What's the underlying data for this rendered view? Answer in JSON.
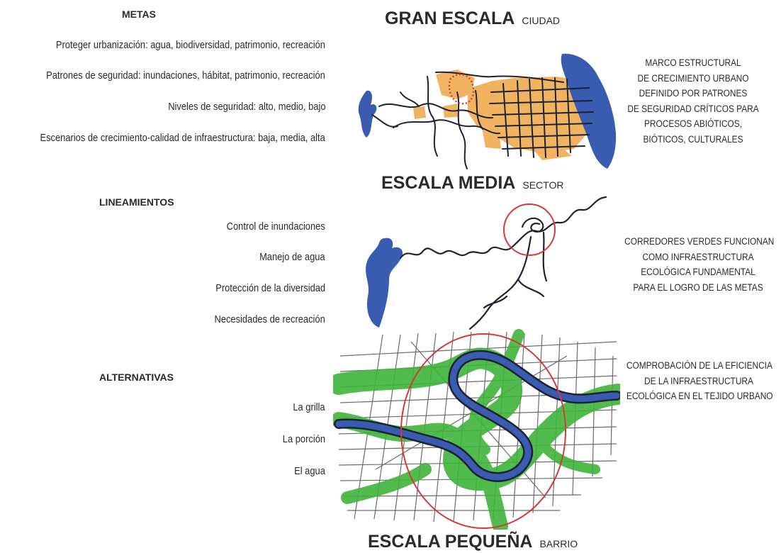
{
  "left": {
    "goals_heading": "METAS",
    "goals": [
      "Proteger urbanización: agua, biodiversidad, patrimonio, recreación",
      "Patrones de seguridad: inundaciones, hábitat, patrimonio, recreación",
      "Niveles de seguridad: alto, medio, bajo",
      "Escenarios de crecimiento-calidad de infraestructura: baja, media, alta"
    ],
    "guidelines_heading": "LINEAMIENTOS",
    "guidelines": [
      "Control de inundaciones",
      "Manejo de agua",
      "Protección de la diversidad",
      "Necesidades de recreación"
    ],
    "alternatives_heading": "ALTERNATIVAS",
    "alternatives": [
      "La grilla",
      "La porción",
      "El agua"
    ]
  },
  "scales": {
    "large": {
      "title": "GRAN ESCALA",
      "sub": "CIUDAD"
    },
    "medium": {
      "title": "ESCALA MEDIA",
      "sub": "SECTOR"
    },
    "small": {
      "title": "ESCALA PEQUEÑA",
      "sub": "BARRIO"
    }
  },
  "notes": {
    "large": [
      "MARCO ESTRUCTURAL",
      "DE CRECIMIENTO URBANO",
      "DEFINIDO POR PATRONES",
      "DE SEGURIDAD CRÍTICOS PARA",
      "PROCESOS ABIÓTICOS,",
      "BIÓTICOS, CULTURALES"
    ],
    "medium": [
      "CORREDORES VERDES FUNCIONAN",
      "COMO INFRAESTRUCTURA",
      "ECOLÓGICA FUNDAMENTAL",
      "PARA EL LOGRO DE LAS METAS"
    ],
    "small": [
      "COMPROBACIÓN DE LA EFICIENCIA",
      "DE LA INFRAESTRUCTURA",
      "ECOLÓGICA EN EL TEJIDO URBANO"
    ]
  },
  "colors": {
    "water": "#3a5cb0",
    "urban": "#f0a646",
    "green": "#3fb43a",
    "circle": "#d23a3a",
    "line": "#1e2232"
  }
}
